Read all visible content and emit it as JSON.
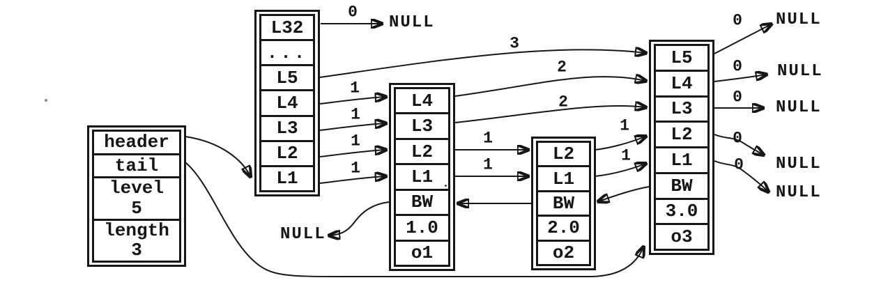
{
  "colors": {
    "ink": "#161616",
    "background": "#ffffff"
  },
  "list_record": {
    "rows": [
      {
        "label": "header"
      },
      {
        "label": "tail"
      },
      {
        "label": "level",
        "value": "5"
      },
      {
        "label": "length",
        "value": "3"
      }
    ]
  },
  "header_node": {
    "cells": [
      "L32",
      "...",
      "L5",
      "L4",
      "L3",
      "L2",
      "L1"
    ]
  },
  "node1": {
    "cells": [
      "L4",
      "L3",
      "L2",
      "L1",
      "BW",
      "1.0",
      "o1"
    ]
  },
  "node2": {
    "cells": [
      "L2",
      "L1",
      "BW",
      "2.0",
      "o2"
    ]
  },
  "node3": {
    "cells": [
      "L5",
      "L4",
      "L3",
      "L2",
      "L1",
      "BW",
      "3.0",
      "o3"
    ]
  },
  "null_label": "NULL",
  "arrow_labels": {
    "l32_null": "0",
    "header_l5": "3",
    "header_l4": "1",
    "header_l3": "1",
    "header_l2": "1",
    "header_l1": "1",
    "n1_l4": "2",
    "n1_l3": "2",
    "n1_l2": "1",
    "n1_l1": "1",
    "n2_l2": "1",
    "n2_l1": "1",
    "n3_l5": "0",
    "n3_l4": "0",
    "n3_l3": "0",
    "n3_l2": "0",
    "n3_l1": "0"
  }
}
